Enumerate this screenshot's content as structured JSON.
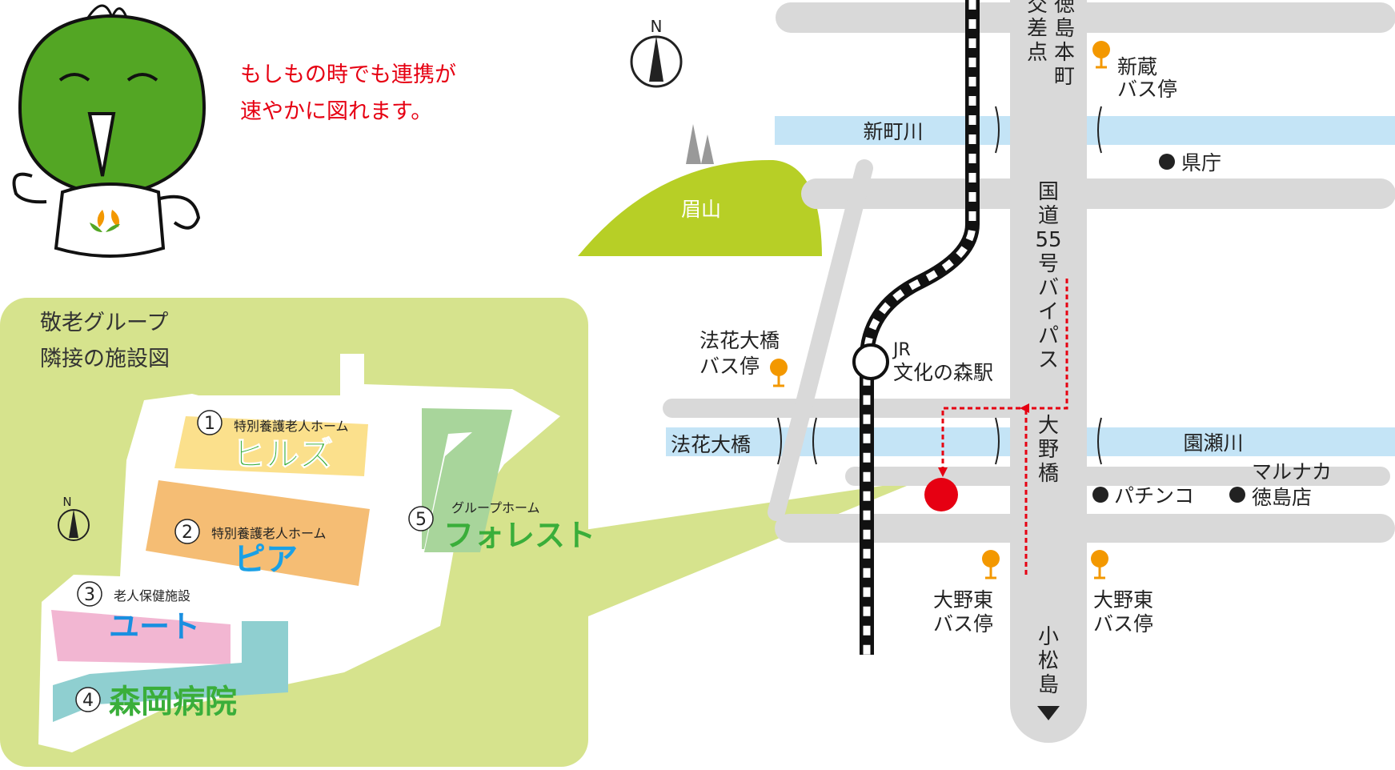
{
  "mascot": {
    "slogan_line1": "もしもの時でも連携が",
    "slogan_line2": "速やかに図れます。",
    "slogan_color": "#e60012"
  },
  "compass": {
    "north_label": "N"
  },
  "map": {
    "mountain": "眉山",
    "rivers": {
      "shinmachi": "新町川",
      "sonose": "園瀬川"
    },
    "vertical_labels": {
      "honcho": [
        "徳",
        "島",
        "本",
        "町"
      ],
      "intersection": [
        "交",
        "差",
        "点"
      ],
      "route55": [
        "国",
        "道",
        "55",
        "号",
        "バ",
        "イ",
        "パ",
        "ス"
      ],
      "ohnobashi": [
        "大",
        "野",
        "橋"
      ],
      "komatsushima": [
        "小",
        "松",
        "島"
      ]
    },
    "landmarks": {
      "kencho": "県庁",
      "pachinko": "パチンコ",
      "marunaka_1": "マルナカ",
      "marunaka_2": "徳島店",
      "hokeohashi": "法花大橋"
    },
    "bus_stops": {
      "shinkura_1": "新蔵",
      "shinkura_2": "バス停",
      "hokeohashi_1": "法花大橋",
      "hokeohashi_2": "バス停",
      "ohnohigashi_w_1": "大野東",
      "ohnohigashi_w_2": "バス停",
      "ohnohigashi_e_1": "大野東",
      "ohnohigashi_e_2": "バス停"
    },
    "station": {
      "line1": "JR",
      "line2": "文化の森駅"
    },
    "colors": {
      "road": "#d9d9d9",
      "river": "#c4e4f6",
      "mountain": "#b7cf26",
      "bus": "#f39800",
      "target": "#e60012",
      "inset": "#d6e38d"
    }
  },
  "inset": {
    "title_line1": "敬老グループ",
    "title_line2": "隣接の施設図",
    "facilities": [
      {
        "num": "①",
        "type": "特別養護老人ホーム",
        "name": "ヒルズ",
        "color": "#fbe08c",
        "name_color": "#3aae3a"
      },
      {
        "num": "②",
        "type": "特別養護老人ホーム",
        "name": "ピア",
        "color": "#f5bd74",
        "name_color": "#1aa0e6"
      },
      {
        "num": "③",
        "type": "老人保健施設",
        "name": "ユート",
        "color": "#f2b6d2",
        "name_color": "#1a8fe0"
      },
      {
        "num": "④",
        "type": "",
        "name": "森岡病院",
        "color": "#8fcfd0",
        "name_color": "#3aae3a"
      },
      {
        "num": "⑤",
        "type": "グループホーム",
        "name": "フォレスト",
        "color": "#a8d59b",
        "name_color": "#3aae3a"
      }
    ]
  }
}
